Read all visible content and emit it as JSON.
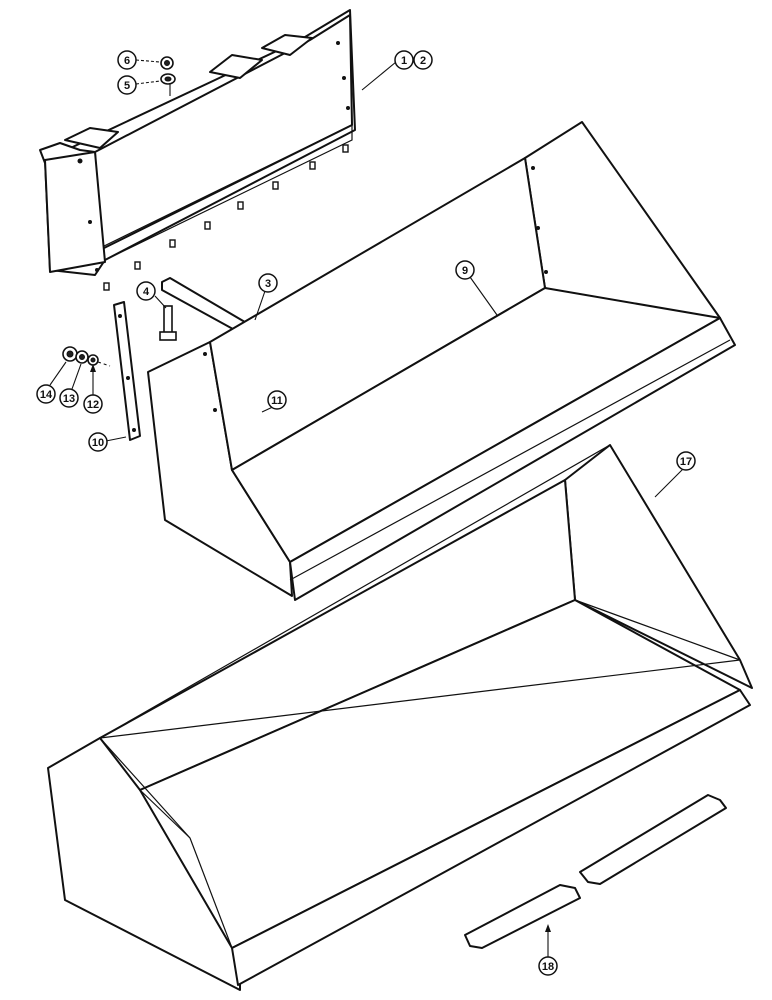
{
  "callouts": {
    "c1": "1",
    "c2": "2",
    "c3": "3",
    "c4": "4",
    "c5": "5",
    "c6": "6",
    "c9": "9",
    "c10": "10",
    "c11": "11",
    "c12": "12",
    "c13": "13",
    "c14": "14",
    "c17": "17",
    "c18": "18"
  }
}
